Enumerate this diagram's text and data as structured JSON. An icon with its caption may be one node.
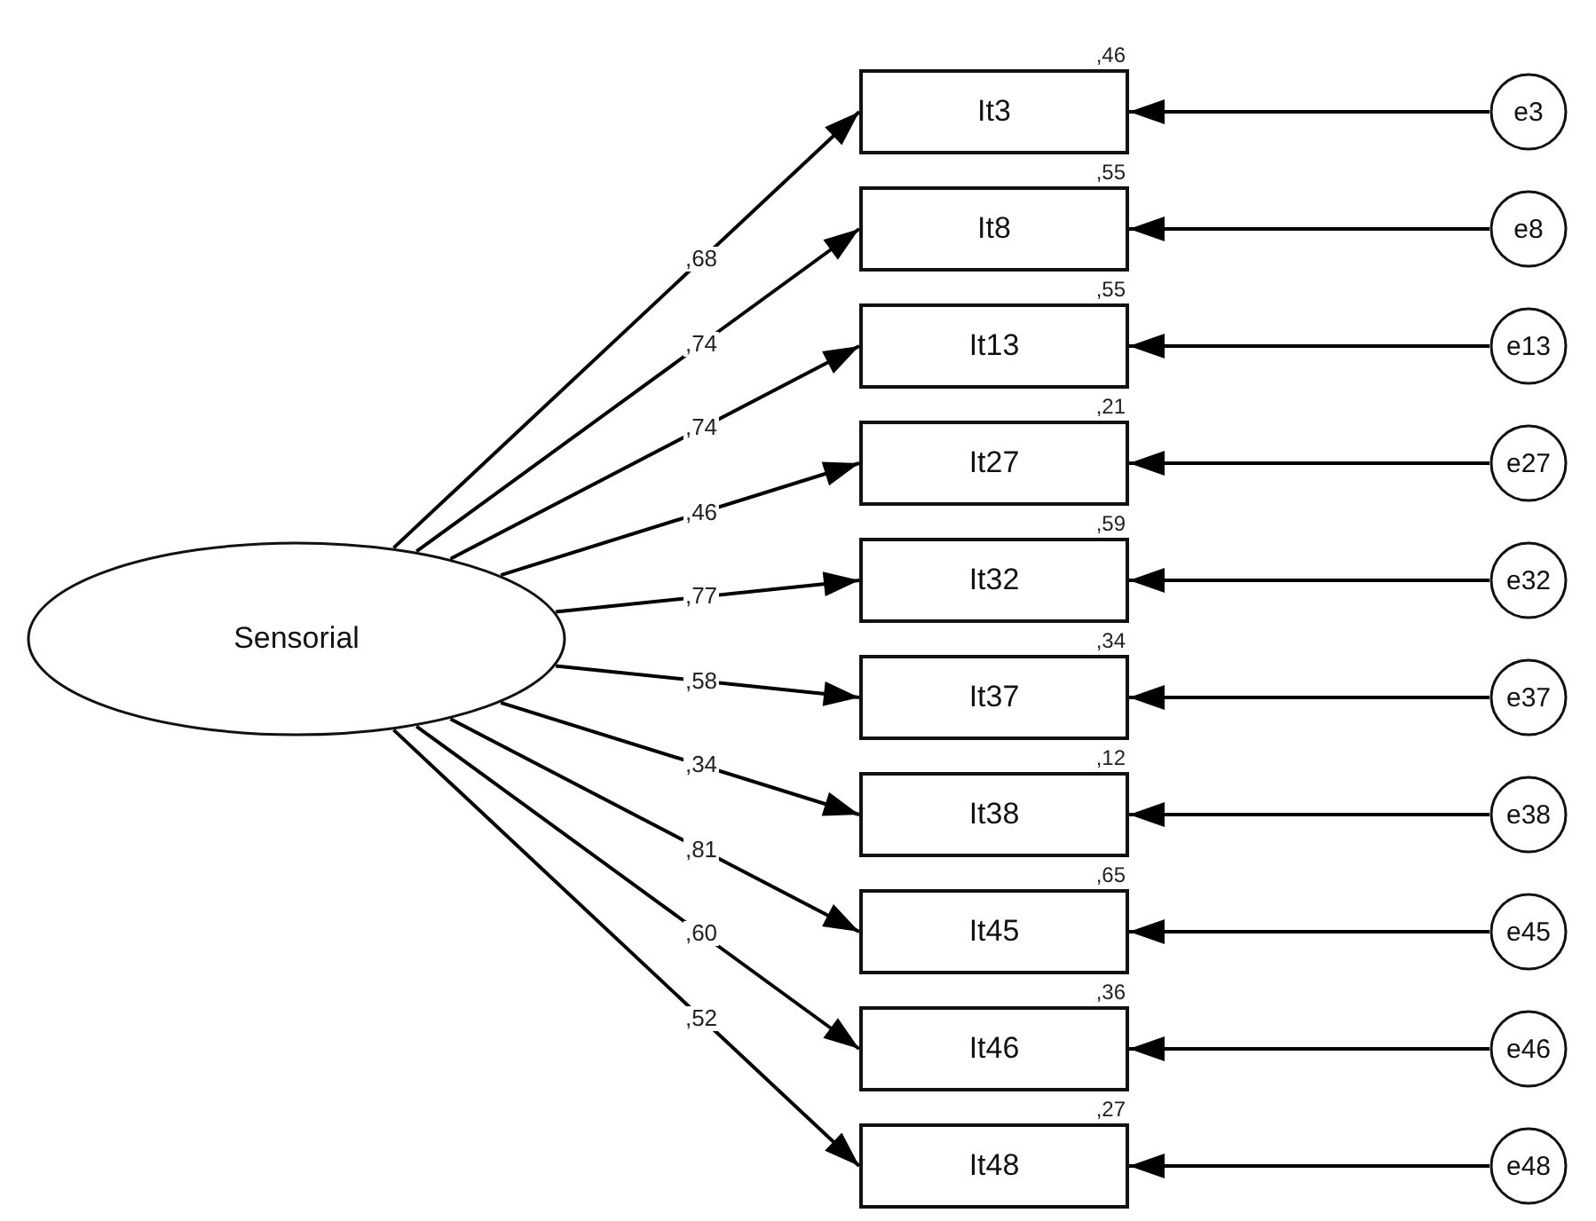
{
  "diagram": {
    "nodes": [
      {
        "text": [
          "Sensorial"
        ]
      },
      {
        "text": [
          "It3"
        ],
        "beside": [
          ",46"
        ]
      },
      {
        "text": [
          "e3"
        ]
      },
      {
        "text": [
          "It8"
        ],
        "beside": [
          ",55"
        ]
      },
      {
        "text": [
          "e8"
        ]
      },
      {
        "text": [
          "It13"
        ],
        "beside": [
          ",55"
        ]
      },
      {
        "text": [
          "e13"
        ]
      },
      {
        "text": [
          "It27"
        ],
        "beside": [
          ",21"
        ]
      },
      {
        "text": [
          "e27"
        ]
      },
      {
        "text": [
          "It32"
        ],
        "beside": [
          ",59"
        ]
      },
      {
        "text": [
          "e32"
        ]
      },
      {
        "text": [
          "It37"
        ],
        "beside": [
          ",34"
        ]
      },
      {
        "text": [
          "e37"
        ]
      },
      {
        "text": [
          "It38"
        ],
        "beside": [
          ",12"
        ]
      },
      {
        "text": [
          "e38"
        ]
      },
      {
        "text": [
          "It45"
        ],
        "beside": [
          ",65"
        ]
      },
      {
        "text": [
          "e45"
        ]
      },
      {
        "text": [
          "It46"
        ],
        "beside": [
          ",36"
        ]
      },
      {
        "text": [
          "e46"
        ]
      },
      {
        "text": [
          "It48"
        ],
        "beside": [
          ",27"
        ]
      },
      {
        "text": [
          "e48"
        ]
      }
    ],
    "edges": [
      {
        "from": 0,
        "to": 1,
        "arrow": "to",
        "label": ",68"
      },
      {
        "from": 0,
        "to": 3,
        "arrow": "to",
        "label": ",74"
      },
      {
        "from": 0,
        "to": 5,
        "arrow": "to",
        "label": ",74"
      },
      {
        "from": 0,
        "to": 7,
        "arrow": "to",
        "label": ",46"
      },
      {
        "from": 0,
        "to": 9,
        "arrow": "to",
        "label": ",77"
      },
      {
        "from": 0,
        "to": 11,
        "arrow": "to",
        "label": ",58"
      },
      {
        "from": 0,
        "to": 13,
        "arrow": "to",
        "label": ",34"
      },
      {
        "from": 0,
        "to": 15,
        "arrow": "to",
        "label": ",81"
      },
      {
        "from": 0,
        "to": 17,
        "arrow": "to",
        "label": ",60"
      },
      {
        "from": 0,
        "to": 19,
        "arrow": "to",
        "label": ",52"
      },
      {
        "from": 2,
        "to": 1,
        "arrow": "to"
      },
      {
        "from": 4,
        "to": 3,
        "arrow": "to"
      },
      {
        "from": 6,
        "to": 5,
        "arrow": "to"
      },
      {
        "from": 8,
        "to": 7,
        "arrow": "to"
      },
      {
        "from": 10,
        "to": 9,
        "arrow": "to"
      },
      {
        "from": 12,
        "to": 11,
        "arrow": "to"
      },
      {
        "from": 14,
        "to": 13,
        "arrow": "to"
      },
      {
        "from": 16,
        "to": 15,
        "arrow": "to"
      },
      {
        "from": 18,
        "to": 17,
        "arrow": "to"
      },
      {
        "from": 20,
        "to": 19,
        "arrow": "to"
      }
    ]
  }
}
